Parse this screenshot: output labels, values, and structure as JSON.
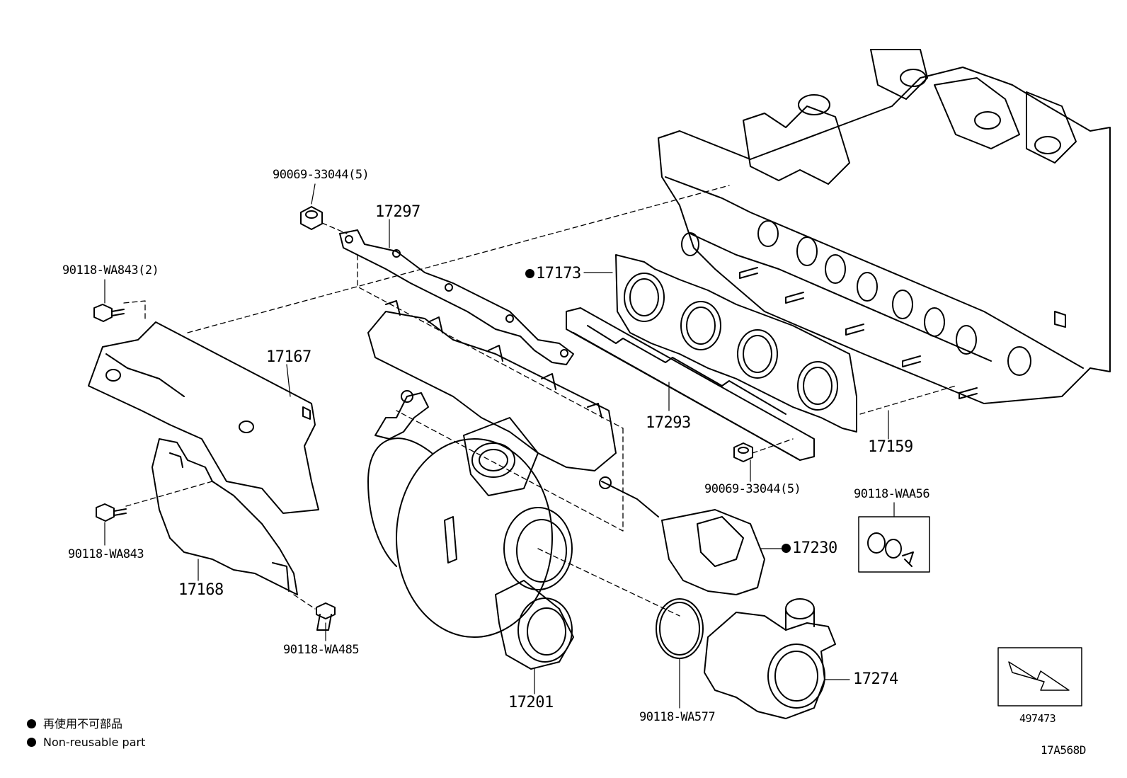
{
  "parts": {
    "p_90069_top": "90069-33044(5)",
    "p_17297": "17297",
    "p_90118_wa843_2": "90118-WA843(2)",
    "p_17173": "17173",
    "p_17167": "17167",
    "p_17293": "17293",
    "p_17159": "17159",
    "p_90069_bottom": "90069-33044(5)",
    "p_90118_waa56": "90118-WAA56",
    "p_17230": "17230",
    "p_90118_wa843": "90118-WA843",
    "p_17168": "17168",
    "p_90118_wa485": "90118-WA485",
    "p_17274": "17274",
    "p_17201": "17201",
    "p_90118_wa577": "90118-WA577",
    "p_497473": "497473"
  },
  "legend": {
    "jp": "再使用不可部品",
    "en": "Non-reusable part"
  },
  "illustration_code": "17A568D"
}
